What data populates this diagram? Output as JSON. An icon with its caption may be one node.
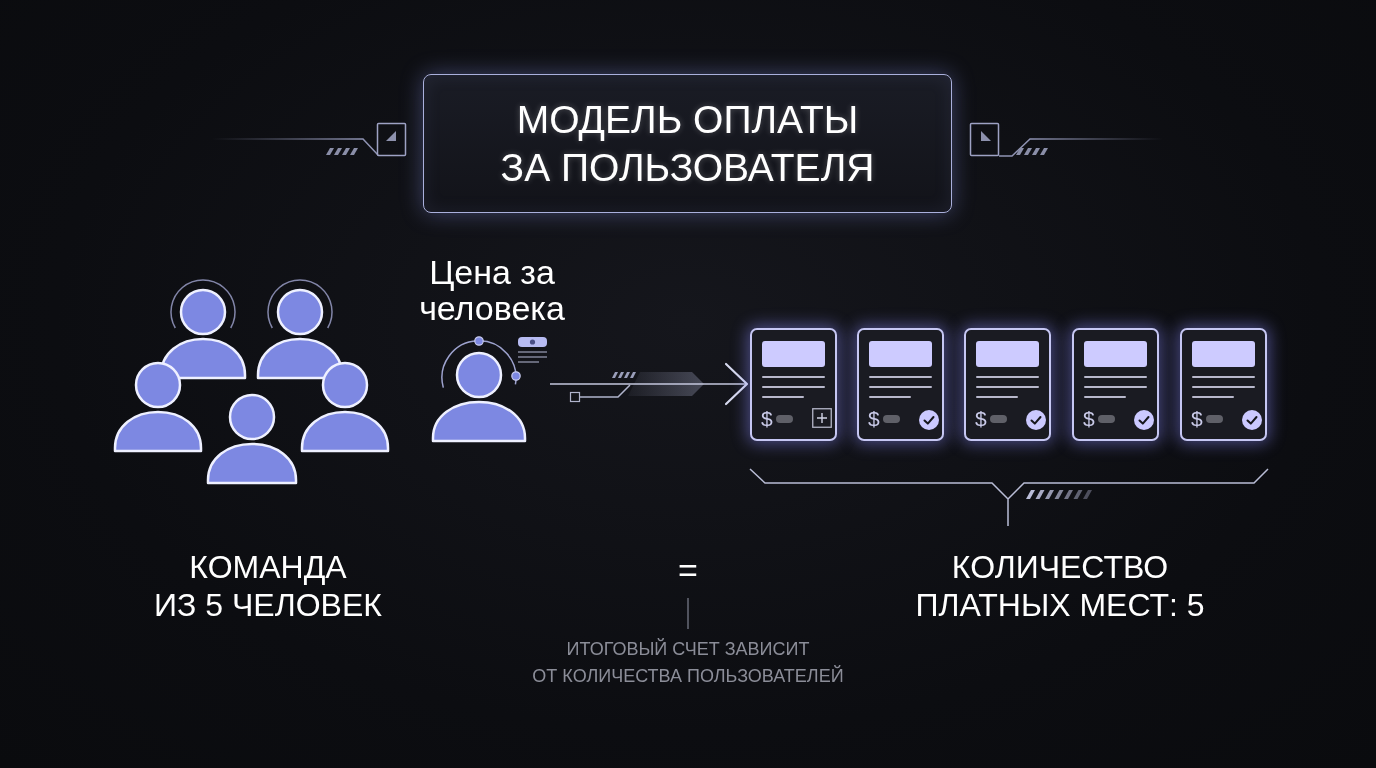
{
  "diagram": {
    "title": "МОДЕЛЬ ОПЛАТЫ ЗА ПОЛЬЗОВАТЕЛЯ",
    "nodes": [
      {
        "text": [],
        "shape": "person",
        "beside": [
          "Цена за человека"
        ]
      },
      {
        "text": [
          "$"
        ]
      },
      {
        "text": [
          "$"
        ]
      },
      {
        "text": [
          "$"
        ]
      },
      {
        "text": [
          "$"
        ]
      },
      {
        "text": [
          "$"
        ]
      }
    ],
    "edges": [
      {
        "from": 0,
        "to": 1,
        "arrow": "to"
      }
    ],
    "labels": [
      "КОМАНДА ИЗ 5 ЧЕЛОВЕК",
      "=",
      "КОЛИЧЕСТВО ПЛАТНЫХ МЕСТ: 5",
      "ИТОГОВЫЙ СЧЕТ ЗАВИСИТ ОТ КОЛИЧЕСТВА ПОЛЬЗОВАТЕЛЕЙ"
    ]
  }
}
